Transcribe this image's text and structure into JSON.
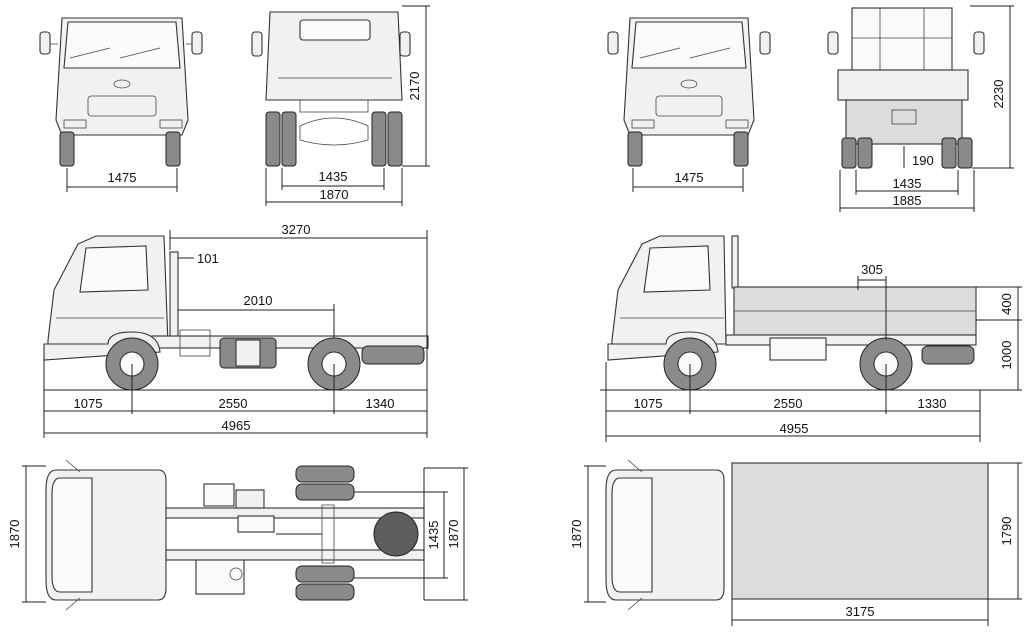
{
  "dims": {
    "front_track_a": "1475",
    "rear_track_a": "1435",
    "rear_width_a": "1870",
    "height_a": "2170",
    "front_track_b": "1475",
    "height_b": "2230",
    "ground_b": "190",
    "rear_track_b": "1435",
    "rear_width_b": "1885",
    "cab_to_end": "3270",
    "cab_gap": "101",
    "frame_len": "2010",
    "front_overhang_a": "1075",
    "wheelbase_a": "2550",
    "rear_overhang_a": "1340",
    "overall_a": "4965",
    "bed_offset": "305",
    "bed_height": "400",
    "floor_height": "1000",
    "front_overhang_b": "1075",
    "wheelbase_b": "2550",
    "rear_overhang_b": "1330",
    "overall_b": "4955",
    "top_width_a": "1870",
    "top_track_a": "1435",
    "top_width_a2": "1870",
    "top_width_b": "1870",
    "bed_width": "1790",
    "bed_length": "3175"
  },
  "colors": {
    "line": "#222222",
    "body": "#f1f1f1",
    "tire": "#8a8a8a",
    "bed": "#dcdcdc"
  }
}
